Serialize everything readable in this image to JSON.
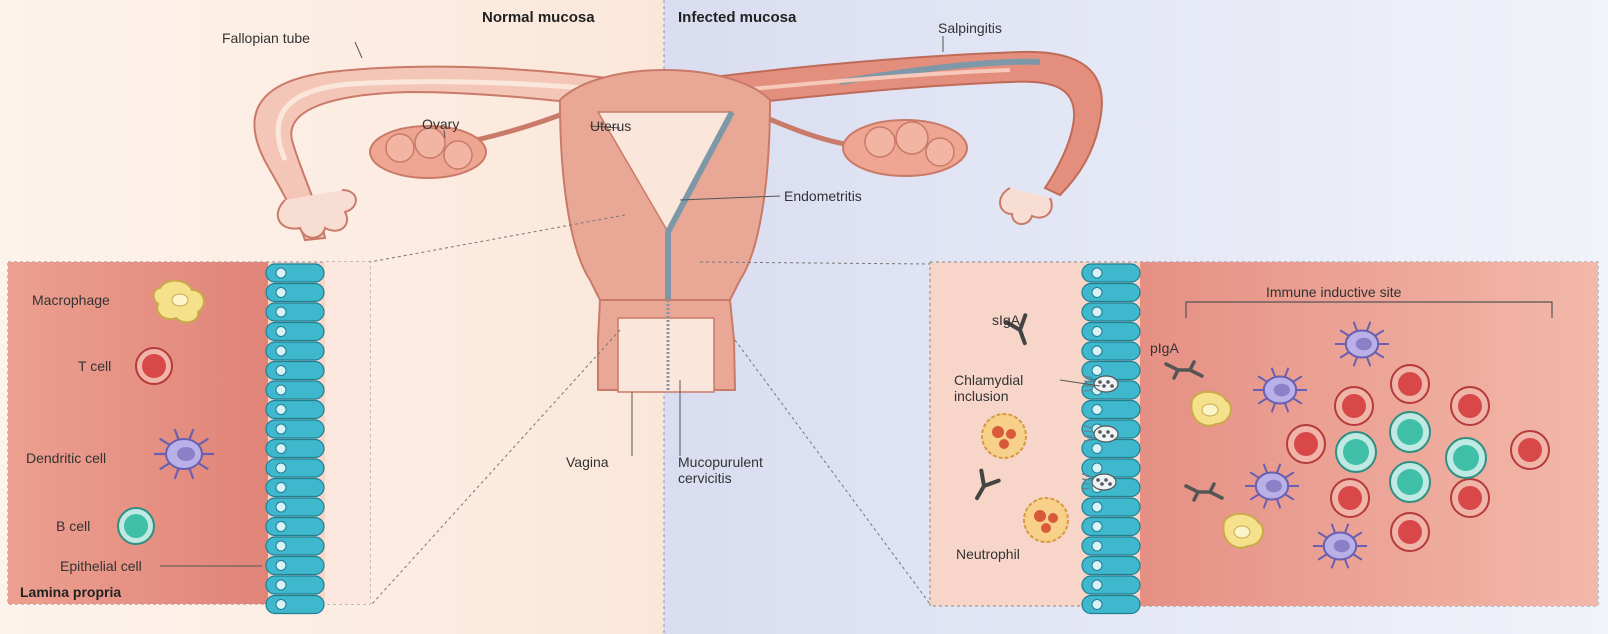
{
  "headers": {
    "normal": "Normal mucosa",
    "infected": "Infected mucosa"
  },
  "labels": {
    "fallopian_tube": "Fallopian tube",
    "ovary": "Ovary",
    "uterus": "Uterus",
    "vagina": "Vagina",
    "salpingitis": "Salpingitis",
    "endometritis": "Endometritis",
    "mucopurulent": "Mucopurulent",
    "cervicitis": "cervicitis"
  },
  "left_panel": {
    "macrophage": "Macrophage",
    "t_cell": "T cell",
    "dendritic_cell": "Dendritic cell",
    "b_cell": "B cell",
    "epithelial_cell": "Epithelial cell",
    "lamina_propria": "Lamina propria"
  },
  "right_panel": {
    "siga": "sIgA",
    "piga": "pIgA",
    "chlamydial": "Chlamydial",
    "inclusion": "inclusion",
    "neutrophil": "Neutrophil",
    "immune_site": "Immune inductive site"
  },
  "colors": {
    "normal_bg": "#fbe9de",
    "infected_bg": "#dde1f1",
    "organ_fill": "#e9a896",
    "organ_stroke": "#c97a68",
    "lamina": "#e5958a",
    "epithelial": "#3fb7cc",
    "t_cell": "#d84848",
    "b_cell": "#3fbfa8",
    "dendritic": "#8b7fc8",
    "macrophage": "#f3e08a",
    "inflamed": "#7f98a8"
  }
}
